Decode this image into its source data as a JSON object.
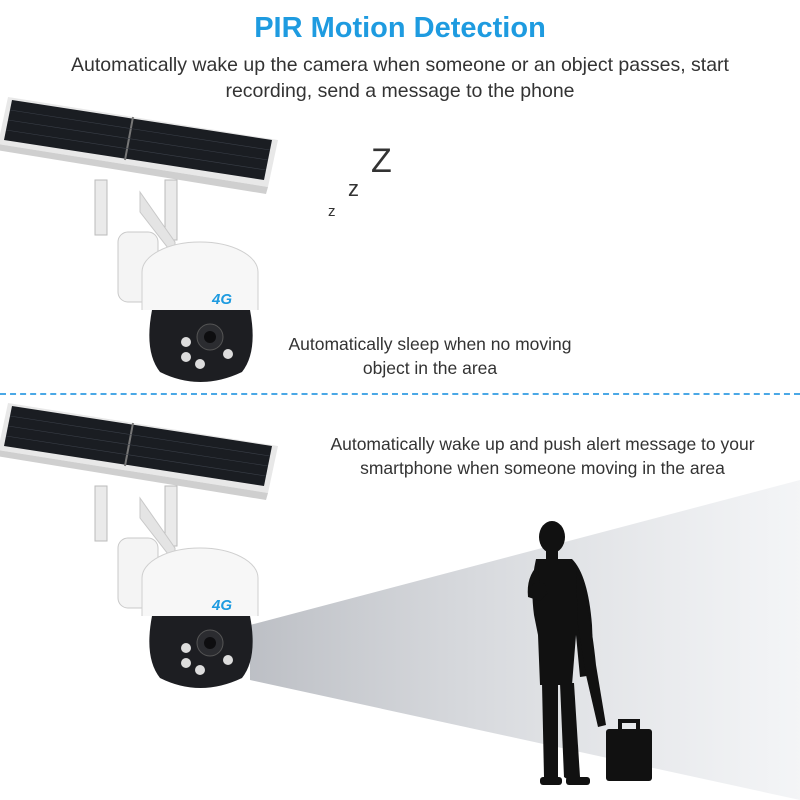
{
  "header": {
    "title": "PIR Motion Detection",
    "subtitle": "Automatically wake up the camera when someone or an object passes, start recording, send a message to the phone"
  },
  "sleep_scene": {
    "caption": "Automatically sleep when no moving object in the area",
    "z_small": "z",
    "z_medium": "z",
    "z_large": "Z"
  },
  "wake_scene": {
    "caption": "Automatically wake up and push alert message to your smartphone when someone moving in the area"
  },
  "camera": {
    "badge": "4G"
  },
  "colors": {
    "accent": "#1e9be0",
    "divider": "#4aa8e6",
    "silhouette": "#111111"
  }
}
